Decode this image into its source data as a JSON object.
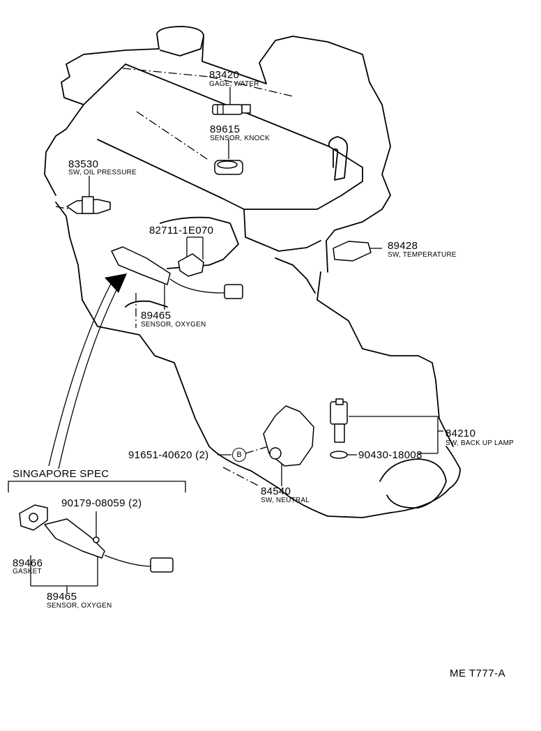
{
  "parts": {
    "p83420": {
      "number": "83420",
      "desc": "GAGE, WATER"
    },
    "p89615": {
      "number": "89615",
      "desc": "SENSOR, KNOCK"
    },
    "p83530": {
      "number": "83530",
      "desc": "SW, OIL PRESSURE"
    },
    "p82711": {
      "number": "82711-1E070"
    },
    "p89428": {
      "number": "89428",
      "desc": "SW, TEMPERATURE"
    },
    "p89465": {
      "number": "89465",
      "desc": "SENSOR, OXYGEN"
    },
    "p84210": {
      "number": "84210",
      "desc": "SW, BACK UP LAMP"
    },
    "p91651": {
      "number": "91651-40620 (2)",
      "ref": "B"
    },
    "p90430": {
      "number": "90430-18008"
    },
    "p84540": {
      "number": "84540",
      "desc": "SW, NEUTRAL"
    }
  },
  "singapore": {
    "title": "SINGAPORE SPEC",
    "p90179": {
      "number": "90179-08059 (2)"
    },
    "p89466": {
      "number": "89466",
      "desc": "GASKET"
    },
    "p89465": {
      "number": "89465",
      "desc": "SENSOR, OXYGEN"
    }
  },
  "figure_code": "ME T777-A"
}
